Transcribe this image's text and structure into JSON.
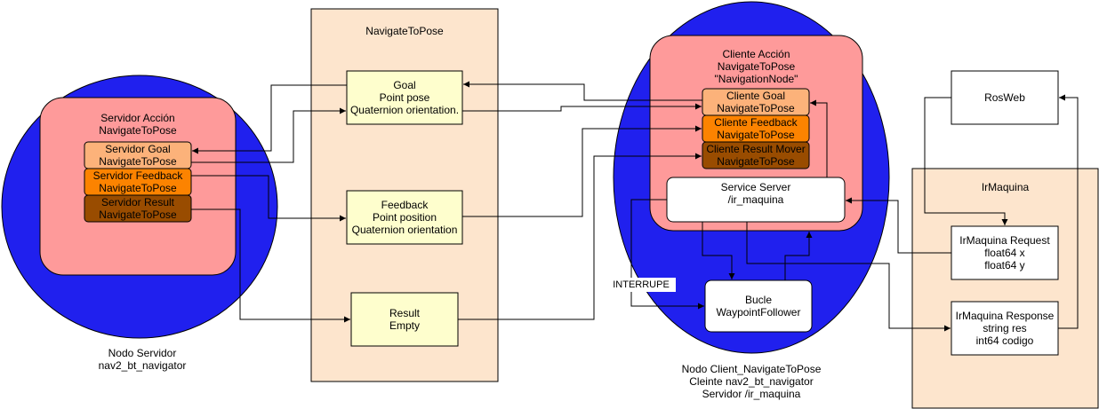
{
  "diagram": {
    "server_node": {
      "caption": "Nodo Servidor\nnav2_bt_navigator",
      "action_server": "Servidor Acción\nNavigateToPose",
      "goal": "Servidor Goal\nNavigateToPose",
      "feedback": "Servidor Feedback\nNavigateToPose",
      "result": "Servidor Result\nNavigateToPose"
    },
    "action_interface": {
      "title": "NavigateToPose",
      "goal": "Goal\nPoint pose\nQuaternion orientation.",
      "feedback": "Feedback\nPoint position\nQuaternion orientation",
      "result": "Result\nEmpty"
    },
    "client_node": {
      "caption": "Nodo Client_NavigateToPose\nCleinte nav2_bt_navigator\nServidor /ir_maquina",
      "action_client": "Cliente Acción\nNavigateToPose\n\"NavigationNode\"",
      "goal": "Cliente Goal\nNavigateToPose",
      "feedback": "Cliente Feedback\nNavigateToPose",
      "result": "Cliente Result Mover\nNavigateToPose",
      "service_server": "Service Server\n/ir_maquina",
      "loop": "Bucle\nWaypointFollower",
      "interrupt": "INTERRUPE"
    },
    "rosweb": "RosWeb",
    "ir_maquina": {
      "title": "IrMaquina",
      "request": "IrMaquina Request\nfloat64 x\nfloat64 y",
      "response": "IrMaquina Response\nstring res\nint64 codigo"
    }
  },
  "colors": {
    "node_circle": "#2020ee",
    "action_panel": "#fe9a9a",
    "interface_panel": "#fde5cd",
    "message_box": "#fefecd",
    "goal": "#fcb27a",
    "feedback": "#fc8300",
    "result": "#994c00"
  }
}
